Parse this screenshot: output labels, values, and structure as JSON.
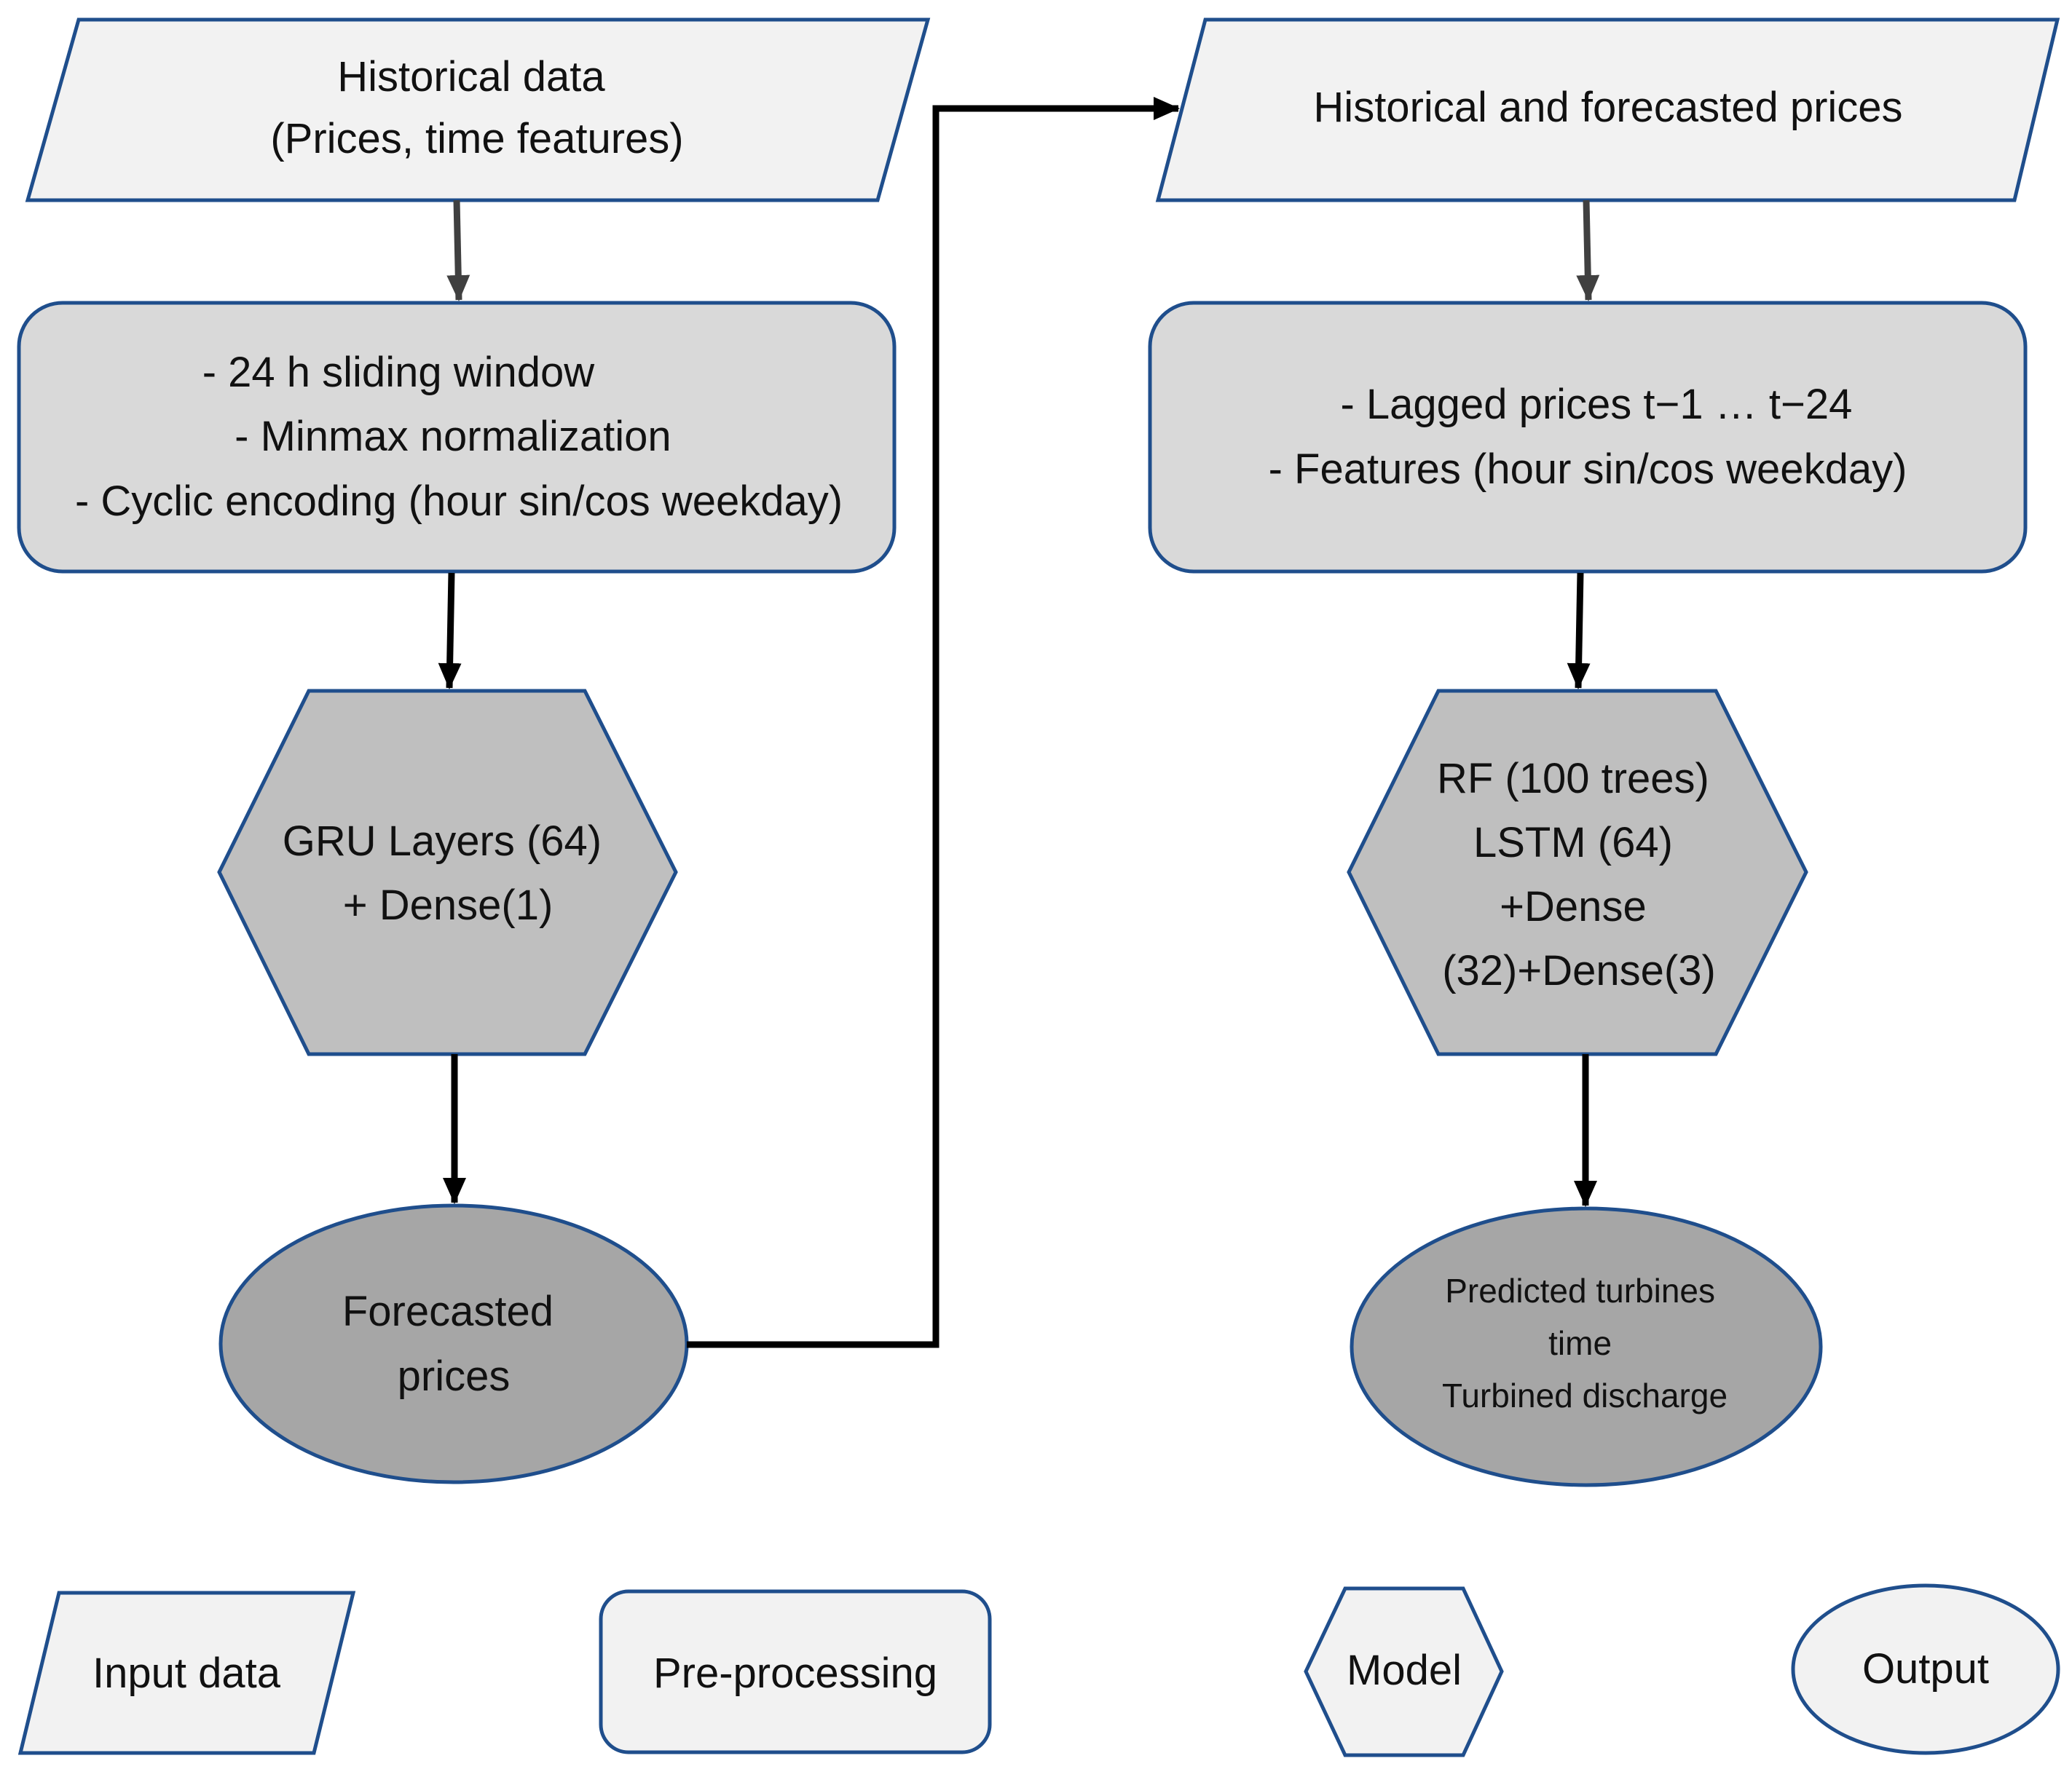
{
  "colors": {
    "outline": "#1f4e8c",
    "input_fill": "#f2f2f2",
    "preprocessing_fill": "#d9d9d9",
    "model_fill": "#bfbfbf",
    "output_fill": "#a6a6a6",
    "arrow_gray": "#404040",
    "arrow_black": "#000000"
  },
  "left_pipeline": {
    "input": {
      "lines": [
        "Historical data",
        "(Prices, time features)"
      ]
    },
    "preprocessing": {
      "lines": [
        "- 24 h sliding window",
        "- Minmax normalization",
        "- Cyclic encoding (hour sin/cos weekday)"
      ]
    },
    "model": {
      "lines": [
        "GRU Layers (64)",
        "+ Dense(1)"
      ]
    },
    "output": {
      "lines": [
        "Forecasted",
        "prices"
      ]
    }
  },
  "right_pipeline": {
    "input": {
      "lines": [
        "Historical and forecasted prices"
      ]
    },
    "preprocessing": {
      "lines": [
        "- Lagged prices t−1 … t−24",
        "- Features (hour sin/cos weekday)"
      ]
    },
    "model": {
      "lines": [
        "RF (100 trees)",
        "LSTM (64)",
        "+Dense",
        "(32)+Dense(3)"
      ]
    },
    "output": {
      "lines": [
        "Predicted turbines",
        "time",
        "Turbined discharge"
      ]
    }
  },
  "legend": {
    "input": "Input data",
    "preprocessing": "Pre-processing",
    "model": "Model",
    "output": "Output"
  }
}
